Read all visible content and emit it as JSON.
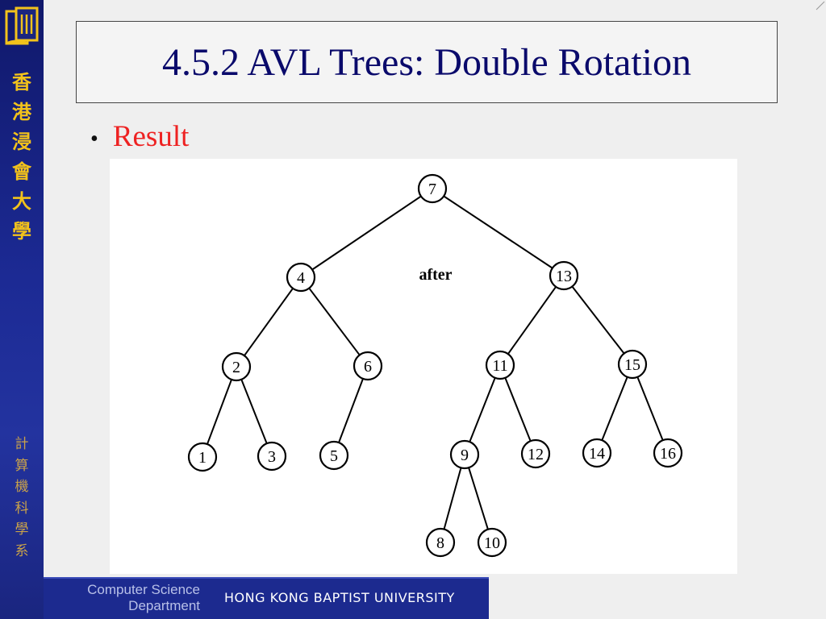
{
  "slide": {
    "title": "4.5.2 AVL Trees: Double Rotation",
    "bullet": "Result"
  },
  "sidebar": {
    "university_chars": [
      "香",
      "港",
      "浸",
      "會",
      "大",
      "學"
    ],
    "department_chars": [
      "計",
      "算",
      "機",
      "科",
      "學",
      "系"
    ]
  },
  "footer": {
    "department_line1": "Computer Science",
    "department_line2": "Department",
    "university": "HONG KONG BAPTIST UNIVERSITY"
  },
  "colors": {
    "title": "#0a0a6b",
    "bullet": "#ee2222",
    "sidebar": "#1c2a94",
    "sidebar_text": "#f2c21b"
  },
  "diagram": {
    "annotation": "after",
    "nodes": [
      {
        "id": "n7",
        "label": "7"
      },
      {
        "id": "n4",
        "label": "4"
      },
      {
        "id": "n13",
        "label": "13"
      },
      {
        "id": "n2",
        "label": "2"
      },
      {
        "id": "n6",
        "label": "6"
      },
      {
        "id": "n11",
        "label": "11"
      },
      {
        "id": "n15",
        "label": "15"
      },
      {
        "id": "n1",
        "label": "1"
      },
      {
        "id": "n3",
        "label": "3"
      },
      {
        "id": "n5",
        "label": "5"
      },
      {
        "id": "n9",
        "label": "9"
      },
      {
        "id": "n12",
        "label": "12"
      },
      {
        "id": "n14",
        "label": "14"
      },
      {
        "id": "n16",
        "label": "16"
      },
      {
        "id": "n8",
        "label": "8"
      },
      {
        "id": "n10",
        "label": "10"
      }
    ],
    "edges": [
      [
        "n7",
        "n4"
      ],
      [
        "n7",
        "n13"
      ],
      [
        "n4",
        "n2"
      ],
      [
        "n4",
        "n6"
      ],
      [
        "n2",
        "n1"
      ],
      [
        "n2",
        "n3"
      ],
      [
        "n6",
        "n5"
      ],
      [
        "n13",
        "n11"
      ],
      [
        "n13",
        "n15"
      ],
      [
        "n11",
        "n9"
      ],
      [
        "n11",
        "n12"
      ],
      [
        "n9",
        "n8"
      ],
      [
        "n9",
        "n10"
      ],
      [
        "n15",
        "n14"
      ],
      [
        "n15",
        "n16"
      ]
    ]
  }
}
